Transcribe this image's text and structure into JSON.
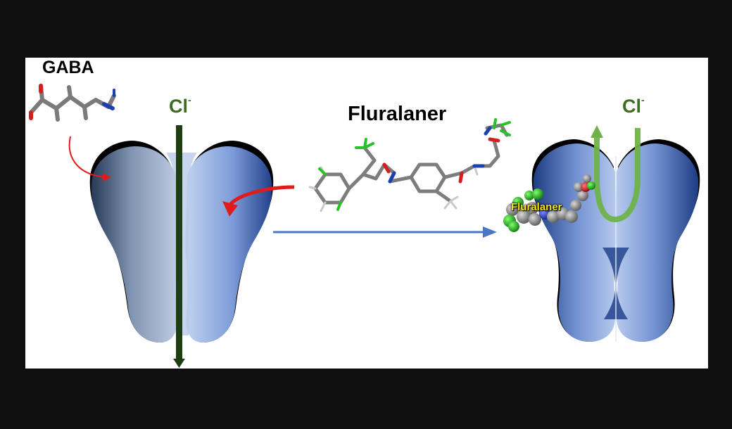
{
  "labels": {
    "gaba": "GABA",
    "fluralaner": "Fluralaner",
    "chloride_left": "Cl",
    "chloride_right": "Cl",
    "charge": "-",
    "bound_ligand": "Fluralaner"
  },
  "colors": {
    "background": "#0f0f0f",
    "panel": "#ffffff",
    "channel_light": "#a9c2ec",
    "channel_dark": "#1f3f86",
    "chloride_arrow_down": "#1e3d10",
    "chloride_arrow_up": "#6fb24a",
    "chloride_text": "#3e6b1f",
    "binding_arrow": "#e11b1b",
    "transition_arrow": "#4a76c8",
    "ligand_label": "#f4e21a"
  },
  "icons": {
    "gaba_molecule": "gaba-stick-model-icon",
    "fluralaner_molecule": "fluralaner-stick-model-icon",
    "bound_ligand": "fluralaner-space-filling-icon"
  }
}
